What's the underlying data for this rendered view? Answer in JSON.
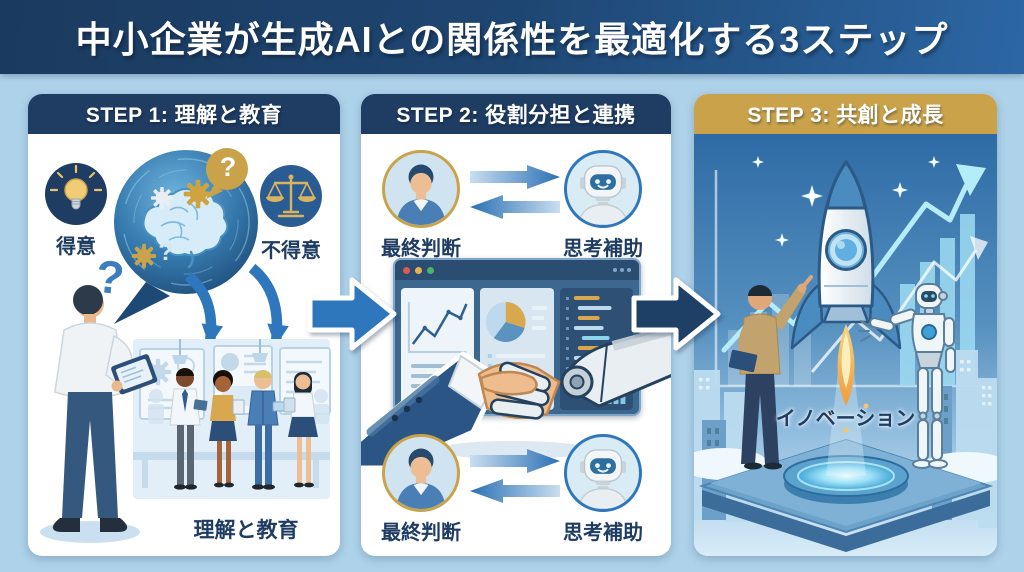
{
  "title": "中小企業が生成AIとの関係性を最適化する3ステップ",
  "question_mark": "?",
  "steps": [
    {
      "header": "STEP 1: 理解と教育",
      "strength_label": "得意",
      "weakness_label": "不得意",
      "caption": "理解と教育"
    },
    {
      "header": "STEP 2: 役割分担と連携",
      "human_role_top": "最終判断",
      "ai_role_top": "思考補助",
      "human_role_bottom": "最終判断",
      "ai_role_bottom": "思考補助"
    },
    {
      "header": "STEP 3: 共創と成長",
      "caption": "イノベーション"
    }
  ],
  "icons": {
    "lightbulb-icon": "💡",
    "scale-icon": "⚖",
    "brain-icon": "🧠",
    "gear-icon": "⚙",
    "speech-bubble-icon": "💬",
    "question-mark-icon": "?",
    "human-avatar-icon": "👤",
    "robot-avatar-icon": "🤖",
    "exchange-arrows-icon": "⇄",
    "dashboard-window-icon": "📊",
    "handshake-icon": "🤝",
    "rocket-icon": "🚀",
    "growth-chart-icon": "📈",
    "sparkle-icon": "✦",
    "city-skyline-icon": "🏙",
    "launch-platform-icon": "⬡",
    "flow-arrow-icon": "➔"
  },
  "colors": {
    "page-bg": "#aed2ea",
    "banner-left": "#1b3a5f",
    "banner-right": "#2c67a4",
    "header-navy": "#1f3c63",
    "header-gold": "#c9a24a",
    "label-navy": "#1f3c63",
    "arrow-blue": "#2e77bd",
    "arrow-navy": "#1e3f66",
    "gold-accent": "#c9a24a",
    "dot-red": "#e05a4e",
    "dot-yellow": "#e8b14e",
    "dot-green": "#4eb36a",
    "sky-top": "#2e6ba5",
    "flame-gold": "#f0a83c"
  }
}
